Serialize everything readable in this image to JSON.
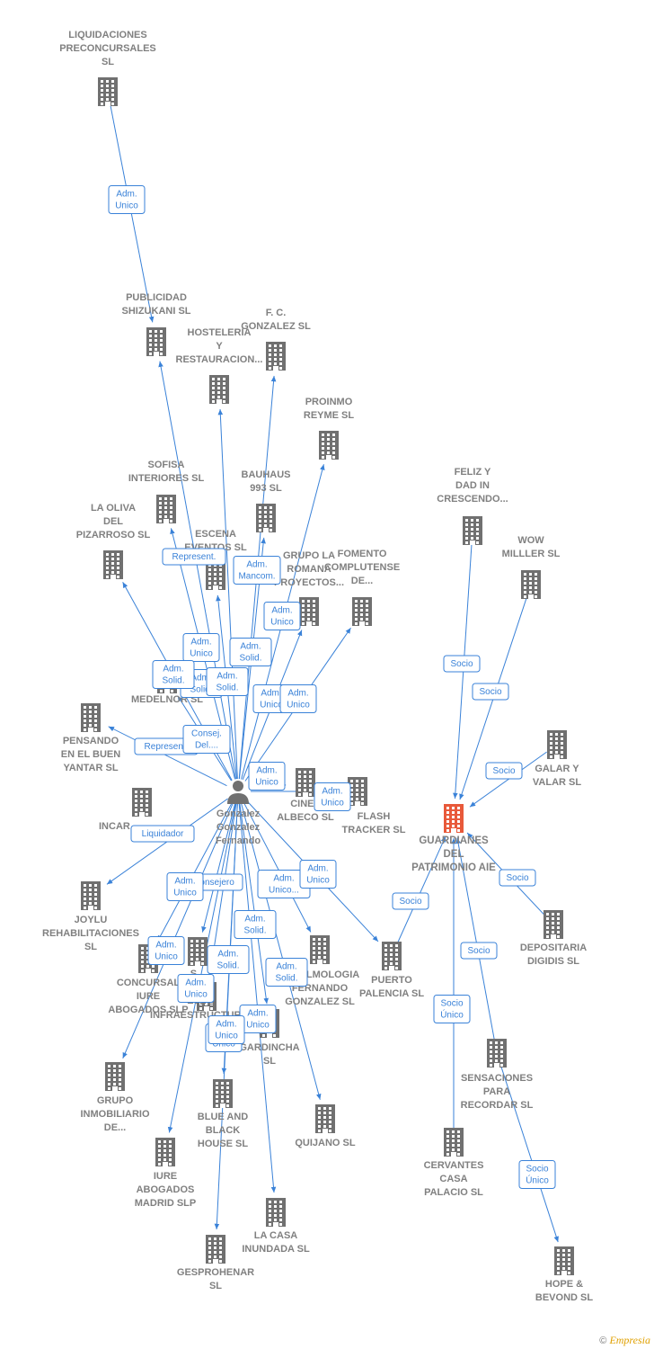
{
  "colors": {
    "node": "#707070",
    "focus": "#e8593a",
    "edge": "#3a82d8",
    "label": "#808080"
  },
  "person": {
    "id": "person",
    "label": [
      "Gonzalez",
      "Gonzalez",
      "Fernando"
    ],
    "icon": "person-icon"
  },
  "nodes": [
    {
      "id": "liquidaciones",
      "label": [
        "LIQUIDACIONES",
        "PRECONCURSALES",
        "SL"
      ]
    },
    {
      "id": "shizukani",
      "label": [
        "PUBLICIDAD",
        "SHIZUKANI  SL"
      ]
    },
    {
      "id": "fc",
      "label": [
        "F. C.",
        "GONZALEZ  SL"
      ]
    },
    {
      "id": "hosteleria",
      "label": [
        "HOSTELERIA",
        "Y",
        "RESTAURACION..."
      ]
    },
    {
      "id": "proinmo",
      "label": [
        "PROINMO",
        "REYME  SL"
      ]
    },
    {
      "id": "sofisa",
      "label": [
        "SOFISA",
        "INTERIORES SL"
      ]
    },
    {
      "id": "bauhaus",
      "label": [
        "BAUHAUS",
        "993  SL"
      ]
    },
    {
      "id": "oliva",
      "label": [
        "LA OLIVA",
        "DEL",
        "PIZARROSO SL"
      ]
    },
    {
      "id": "escena",
      "label": [
        "ESCENA",
        "EVENTOS  SL"
      ]
    },
    {
      "id": "grupolaromana",
      "label": [
        "GRUPO LA",
        "ROMANA",
        "PROYECTOS..."
      ]
    },
    {
      "id": "fomento",
      "label": [
        "FOMENTO",
        "COMPLUTENSE",
        "DE..."
      ]
    },
    {
      "id": "medelnor",
      "label": [
        "MEDELNOR  SL"
      ]
    },
    {
      "id": "pensando",
      "label": [
        "PENSANDO",
        "EN EL BUEN",
        "YANTAR  SL"
      ]
    },
    {
      "id": "incar",
      "label": [
        "INCAR..."
      ]
    },
    {
      "id": "cines",
      "label": [
        "CINES",
        "ALBECO  SL"
      ]
    },
    {
      "id": "flash",
      "label": [
        "FLASH",
        "TRACKER  SL"
      ]
    },
    {
      "id": "joylu",
      "label": [
        "JOYLU",
        "REHABILITACIONES",
        "SL"
      ]
    },
    {
      "id": "concursal",
      "label": [
        "CONCURSAL",
        "IURE",
        "ABOGADOS  SLP"
      ]
    },
    {
      "id": "sid",
      "label": [
        "S...",
        "ID",
        "ES..."
      ]
    },
    {
      "id": "infraes",
      "label": [
        "DE",
        "INFRAESTRUCTURAS..."
      ]
    },
    {
      "id": "oftalmologia",
      "label": [
        "OFTALMOLOGIA",
        "FERNANDO",
        "GONZALEZ SL"
      ]
    },
    {
      "id": "puerto",
      "label": [
        "PUERTO",
        "PALENCIA  SL"
      ]
    },
    {
      "id": "gardincha",
      "label": [
        "GARDINCHA",
        "SL"
      ]
    },
    {
      "id": "grupoinmo",
      "label": [
        "GRUPO",
        "INMOBILIARIO",
        "DE..."
      ]
    },
    {
      "id": "blueblack",
      "label": [
        "BLUE AND",
        "BLACK",
        "HOUSE SL"
      ]
    },
    {
      "id": "quijano",
      "label": [
        "QUIJANO  SL"
      ]
    },
    {
      "id": "iure",
      "label": [
        "IURE",
        "ABOGADOS",
        "MADRID SLP"
      ]
    },
    {
      "id": "lacasa",
      "label": [
        "LA CASA",
        "INUNDADA  SL"
      ]
    },
    {
      "id": "gesprohenar",
      "label": [
        "GESPROHENAR",
        "SL"
      ]
    },
    {
      "id": "feliz",
      "label": [
        "FELIZ Y",
        "DAD IN",
        "CRESCENDO..."
      ]
    },
    {
      "id": "wow",
      "label": [
        "WOW",
        "MILLLER  SL"
      ]
    },
    {
      "id": "galar",
      "label": [
        "GALAR Y",
        "VALAR  SL"
      ]
    },
    {
      "id": "guardianes",
      "label": [
        "GUARDIANES",
        "DEL",
        "PATRIMONIO AIE"
      ],
      "focus": true
    },
    {
      "id": "depositaria",
      "label": [
        "DEPOSITARIA",
        "DIGIDIS  SL"
      ]
    },
    {
      "id": "sensaciones",
      "label": [
        "SENSACIONES",
        "PARA",
        "RECORDAR  SL"
      ]
    },
    {
      "id": "cervantes",
      "label": [
        "CERVANTES",
        "CASA",
        "PALACIO  SL"
      ]
    },
    {
      "id": "hope",
      "label": [
        "HOPE &",
        "BEVOND  SL"
      ]
    }
  ],
  "edges": [
    {
      "from": "liquidaciones",
      "to": "shizukani",
      "label": [
        "Adm.",
        "Unico"
      ]
    },
    {
      "from": "person",
      "to": "shizukani",
      "label": [
        "Adm.",
        "Solid."
      ]
    },
    {
      "from": "person",
      "to": "hosteleria",
      "label": [
        "Adm.",
        "Unico"
      ]
    },
    {
      "from": "person",
      "to": "fc",
      "label": [
        "Adm.",
        "Solid."
      ]
    },
    {
      "from": "person",
      "to": "proinmo",
      "label": [
        "Adm.",
        "Unico"
      ]
    },
    {
      "from": "person",
      "to": "sofisa",
      "label": [
        "Adm.",
        "Solid."
      ]
    },
    {
      "from": "person",
      "to": "bauhaus",
      "label": [
        "Adm.",
        "Mancom."
      ]
    },
    {
      "from": "person",
      "to": "oliva",
      "label": [
        "Adm.",
        "Solid."
      ]
    },
    {
      "from": "person",
      "to": "escena",
      "label": [
        "Represent."
      ]
    },
    {
      "from": "person",
      "to": "grupolaromana",
      "label": [
        "Adm.",
        "Unico"
      ]
    },
    {
      "from": "person",
      "to": "fomento",
      "label": [
        "Adm.",
        "Unico"
      ]
    },
    {
      "from": "person",
      "to": "medelnor",
      "label": [
        "Represent."
      ]
    },
    {
      "from": "person",
      "to": "pensando",
      "label": [
        "Consej.",
        "Del...."
      ]
    },
    {
      "from": "person",
      "to": "joylu",
      "label": [
        "Liquidador"
      ]
    },
    {
      "from": "person",
      "to": "cines",
      "label": [
        "Adm.",
        "Unico"
      ]
    },
    {
      "from": "person",
      "to": "flash",
      "label": [
        "Adm.",
        "Unico"
      ]
    },
    {
      "from": "person",
      "to": "concursal",
      "label": [
        "Adm.",
        "Unico"
      ]
    },
    {
      "from": "person",
      "to": "sid",
      "label": [
        "Consejero"
      ]
    },
    {
      "from": "person",
      "to": "infraes",
      "label": [
        "Adm.",
        "Solid."
      ]
    },
    {
      "from": "person",
      "to": "oftalmologia",
      "label": [
        "Adm.",
        "Unico..."
      ]
    },
    {
      "from": "person",
      "to": "puerto",
      "label": [
        "Adm.",
        "Unico"
      ]
    },
    {
      "from": "person",
      "to": "gardincha",
      "label": [
        "Adm.",
        "Solid."
      ]
    },
    {
      "from": "person",
      "to": "grupoinmo",
      "label": [
        "Adm.",
        "Unico"
      ]
    },
    {
      "from": "person",
      "to": "blueblack",
      "label": [
        "Adm.",
        "Unico"
      ]
    },
    {
      "from": "person",
      "to": "quijano",
      "label": [
        "Adm.",
        "Solid."
      ]
    },
    {
      "from": "person",
      "to": "iure",
      "label": [
        "Adm.",
        "Unico"
      ]
    },
    {
      "from": "person",
      "to": "lacasa",
      "label": [
        "Adm.",
        "Unico"
      ]
    },
    {
      "from": "person",
      "to": "gesprohenar",
      "label": [
        "Adm.",
        "Unico"
      ]
    },
    {
      "from": "feliz",
      "to": "guardianes",
      "label": [
        "Socio"
      ]
    },
    {
      "from": "wow",
      "to": "guardianes",
      "label": [
        "Socio"
      ]
    },
    {
      "from": "galar",
      "to": "guardianes",
      "label": [
        "Socio"
      ]
    },
    {
      "from": "puerto",
      "to": "guardianes",
      "label": [
        "Socio"
      ]
    },
    {
      "from": "depositaria",
      "to": "guardianes",
      "label": [
        "Socio"
      ]
    },
    {
      "from": "sensaciones",
      "to": "guardianes",
      "label": [
        "Socio"
      ]
    },
    {
      "from": "cervantes",
      "to": "guardianes",
      "label": [
        "Socio",
        "Único"
      ]
    },
    {
      "from": "sensaciones",
      "to": "hope",
      "label": [
        "Socio",
        "Único"
      ]
    }
  ],
  "credit": {
    "symbol": "©",
    "brand": "Empresia"
  }
}
